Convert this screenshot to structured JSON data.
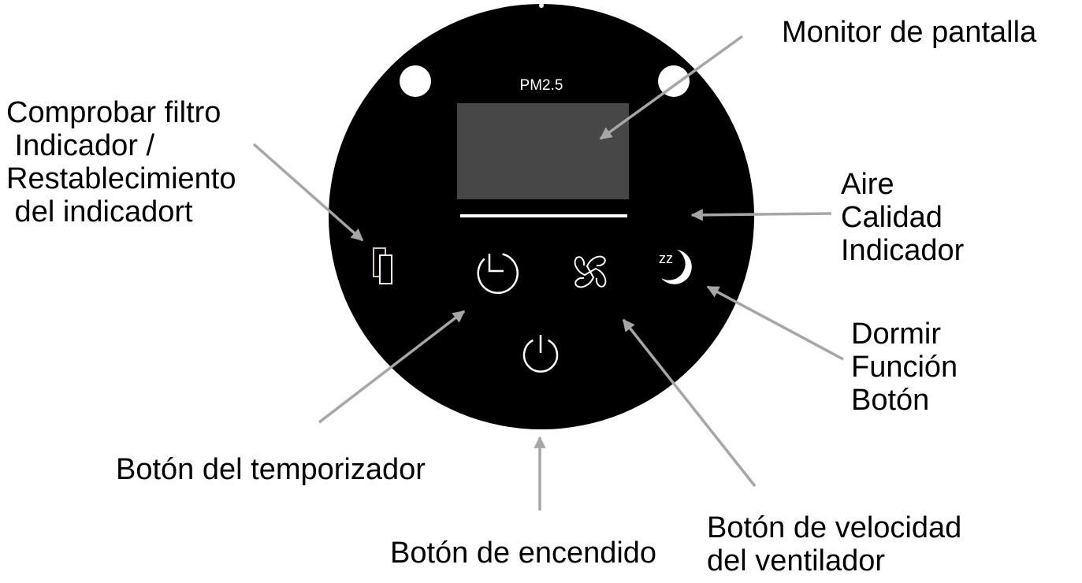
{
  "panel": {
    "pm_label": "PM2.5",
    "sleep_icon_text": "zz"
  },
  "callouts": {
    "display_monitor": [
      "Monitor de pantalla"
    ],
    "filter_indicator": [
      "Comprobar filtro",
      " Indicador /",
      "Restablecimiento",
      " del indicadort"
    ],
    "air_quality": [
      "Aire",
      "Calidad",
      "Indicador"
    ],
    "sleep_button": [
      "Dormir",
      "Función",
      "Botón"
    ],
    "timer_button": [
      "Botón del temporizador"
    ],
    "power_button": [
      "Botón de encendido"
    ],
    "fan_speed_button": [
      "Botón de velocidad",
      "del ventilador"
    ]
  },
  "colors": {
    "panel": "#000000",
    "screen": "#474747",
    "arrow": "#a6a6a6",
    "icon": "#ffffff",
    "filter_icon": "#d8c6b0"
  }
}
